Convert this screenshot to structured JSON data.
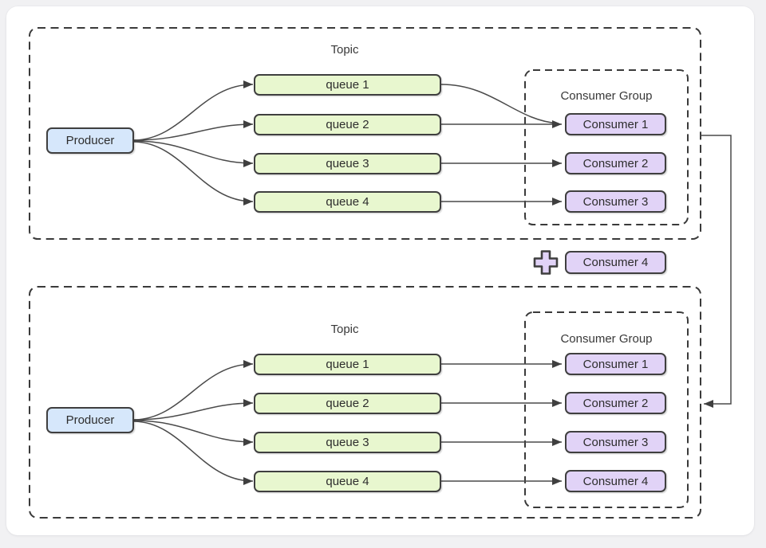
{
  "colors": {
    "page_background": "#f1f1f3",
    "canvas_background": "#ffffff",
    "producer_fill": "#d6e7fb",
    "queue_fill": "#e8f7cf",
    "consumer_fill": "#e1d3f7",
    "border": "#3f3f3f",
    "connector": "#4a4a4a"
  },
  "sections": [
    {
      "topic_label": "Topic",
      "producer": "Producer",
      "queues": [
        "queue 1",
        "queue 2",
        "queue 3",
        "queue 4"
      ],
      "consumer_group": {
        "label": "Consumer Group",
        "consumers": [
          "Consumer 1",
          "Consumer 2",
          "Consumer 3"
        ]
      }
    },
    {
      "topic_label": "Topic",
      "producer": "Producer",
      "queues": [
        "queue 1",
        "queue 2",
        "queue 3",
        "queue 4"
      ],
      "consumer_group": {
        "label": "Consumer Group",
        "consumers": [
          "Consumer 1",
          "Consumer 2",
          "Consumer 3",
          "Consumer 4"
        ]
      }
    }
  ],
  "added_consumer": {
    "plus_icon": "plus",
    "label": "Consumer 4"
  }
}
